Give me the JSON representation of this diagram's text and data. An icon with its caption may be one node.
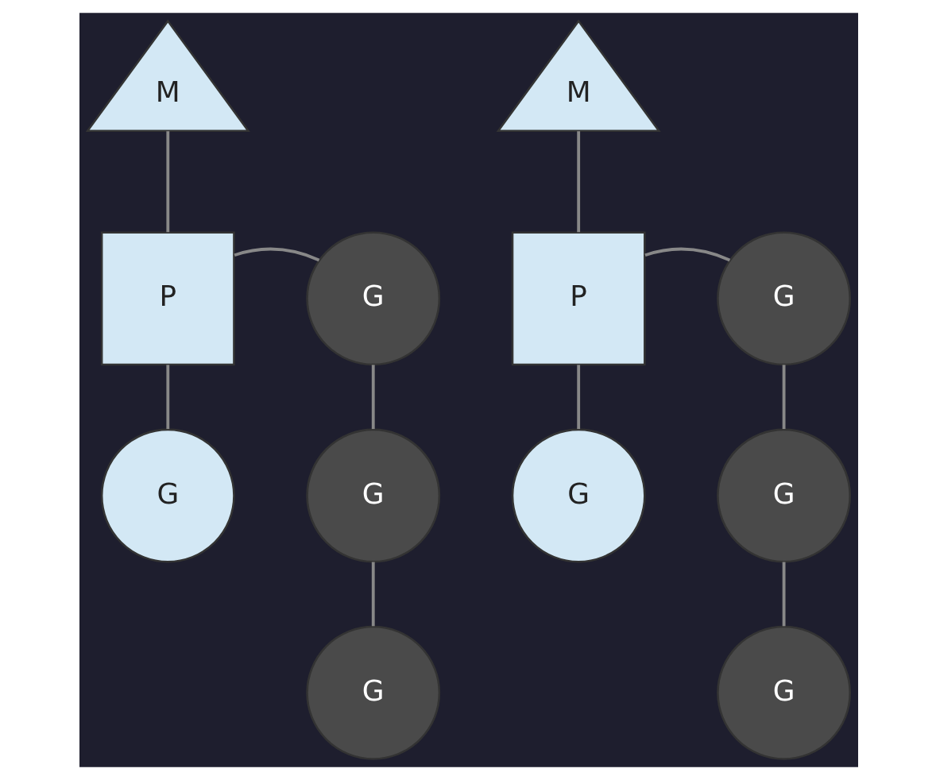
{
  "diagram": {
    "nodes": [
      {
        "text": [
          "M"
        ]
      },
      {
        "text": [
          "M"
        ]
      },
      {
        "text": [
          "P"
        ]
      },
      {
        "text": [
          "G"
        ]
      },
      {
        "text": [
          "P"
        ]
      },
      {
        "text": [
          "G"
        ]
      },
      {
        "text": [
          "G"
        ]
      },
      {
        "text": [
          "G"
        ]
      },
      {
        "text": [
          "G"
        ]
      },
      {
        "text": [
          "G"
        ]
      },
      {
        "text": [
          "G"
        ]
      },
      {
        "text": [
          "G"
        ]
      }
    ],
    "edges": [
      {
        "from": 0,
        "to": 2,
        "arrow": "none"
      },
      {
        "from": 2,
        "to": 3,
        "arrow": "none"
      },
      {
        "from": 2,
        "to": 6,
        "arrow": "none"
      },
      {
        "from": 3,
        "to": 7,
        "arrow": "none"
      },
      {
        "from": 7,
        "to": 10,
        "arrow": "none"
      },
      {
        "from": 1,
        "to": 4,
        "arrow": "none"
      },
      {
        "from": 4,
        "to": 5,
        "arrow": "none"
      },
      {
        "from": 4,
        "to": 8,
        "arrow": "none"
      },
      {
        "from": 5,
        "to": 9,
        "arrow": "none"
      },
      {
        "from": 9,
        "to": 11,
        "arrow": "none"
      }
    ]
  }
}
